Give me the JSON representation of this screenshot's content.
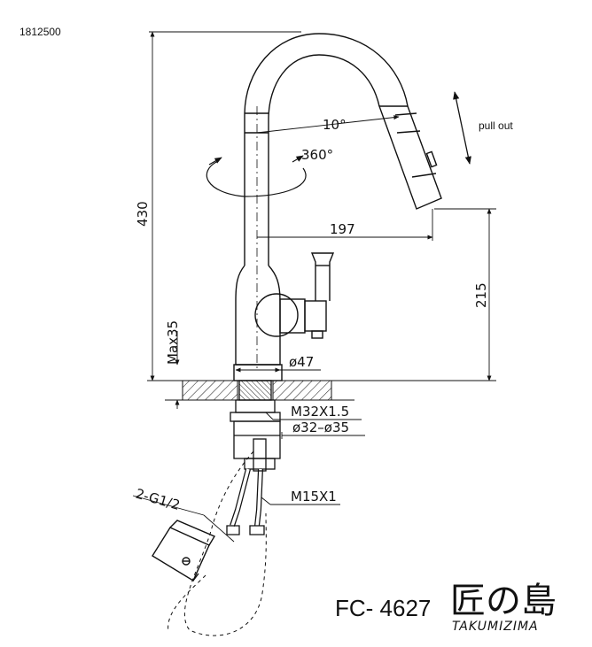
{
  "part_number": "1812500",
  "annotations": {
    "height_total": "430",
    "angle_swivel_tilt": "10°",
    "rotation": "360°",
    "reach": "197",
    "spout_height": "215",
    "deck_max": "Max35",
    "base_diameter": "ø47",
    "shank_thread": "M32X1.5",
    "hole_diameter": "ø32–ø35",
    "hose_thread": "M15X1",
    "inlet_thread": "2-G1/2",
    "pull_out": "pull out"
  },
  "brand": {
    "model": "FC- 4627",
    "logo_cjk": "匠の島",
    "logo_latin": "TAKUMIZIMA"
  },
  "colors": {
    "line": "#111111",
    "background": "#ffffff"
  }
}
